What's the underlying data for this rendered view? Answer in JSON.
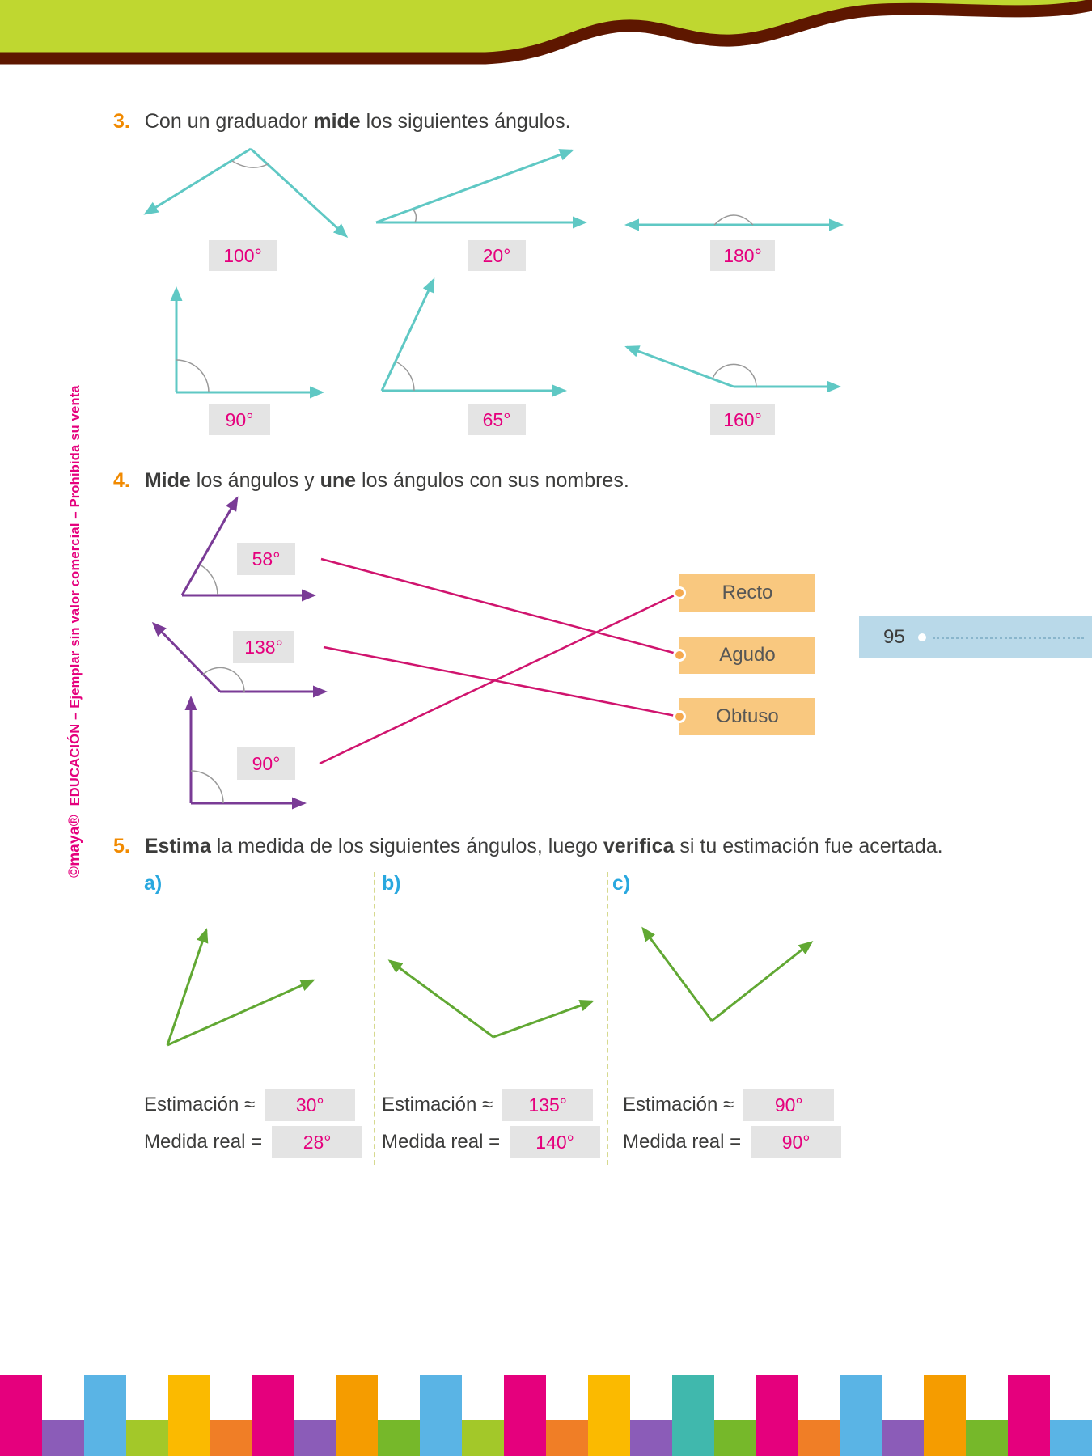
{
  "colors": {
    "header_green": "#bfd730",
    "header_maroon": "#5e1700",
    "teal_angle": "#5fc8c4",
    "purple_angle": "#7a3b96",
    "green_angle": "#61a833",
    "magenta_accent": "#e5007d",
    "orange_number": "#f18a00",
    "blue_letter": "#29a8df",
    "name_box_bg": "#f9c87f",
    "answer_box_bg": "#e4e4e4",
    "tab_bg": "#b9d9e9"
  },
  "sidebar": {
    "logo": "©maya®",
    "text": "EDUCACIÓN – Ejemplar sin valor comercial – Prohibida su venta"
  },
  "page_tab": {
    "number": "95"
  },
  "ex3": {
    "number": "3.",
    "t1": "Con un graduador ",
    "b1": "mide",
    "t2": " los siguientes ángulos.",
    "answers": [
      "100°",
      "20°",
      "180°",
      "90°",
      "65°",
      "160°"
    ]
  },
  "ex4": {
    "number": "4.",
    "b1": "Mide",
    "t1": " los ángulos y ",
    "b2": "une",
    "t2": " los ángulos con sus nombres.",
    "angle_labels": [
      "58°",
      "138°",
      "90°"
    ],
    "names": [
      "Recto",
      "Agudo",
      "Obtuso"
    ],
    "matches": [
      {
        "angle": "58°",
        "name": "Agudo"
      },
      {
        "angle": "138°",
        "name": "Obtuso"
      },
      {
        "angle": "90°",
        "name": "Recto"
      }
    ]
  },
  "ex5": {
    "number": "5.",
    "b1": "Estima",
    "t1": " la medida de los siguientes ángulos, luego ",
    "b2": "verifica",
    "t2": " si tu estimación fue acertada.",
    "estimation_label": "Estimación ≈",
    "real_label": "Medida real =",
    "items": [
      {
        "letter": "a)",
        "estimation": "30°",
        "real": "28°"
      },
      {
        "letter": "b)",
        "estimation": "135°",
        "real": "140°"
      },
      {
        "letter": "c)",
        "estimation": "90°",
        "real": "90°"
      }
    ]
  },
  "bottom_border": {
    "blocks": [
      {
        "color": "#e5007d",
        "tall": true
      },
      {
        "color": "#8b5cb8",
        "tall": false
      },
      {
        "color": "#5ab4e5",
        "tall": true
      },
      {
        "color": "#a3c829",
        "tall": false
      },
      {
        "color": "#fbba00",
        "tall": true
      },
      {
        "color": "#f07e26",
        "tall": false
      },
      {
        "color": "#e5007d",
        "tall": true
      },
      {
        "color": "#8b5cb8",
        "tall": false
      },
      {
        "color": "#f59c00",
        "tall": true
      },
      {
        "color": "#76b82a",
        "tall": false
      },
      {
        "color": "#5ab4e5",
        "tall": true
      },
      {
        "color": "#a3c829",
        "tall": false
      },
      {
        "color": "#e5007d",
        "tall": true
      },
      {
        "color": "#f07e26",
        "tall": false
      },
      {
        "color": "#fbba00",
        "tall": true
      },
      {
        "color": "#8b5cb8",
        "tall": false
      },
      {
        "color": "#40b8ad",
        "tall": true
      },
      {
        "color": "#76b82a",
        "tall": false
      },
      {
        "color": "#e5007d",
        "tall": true
      },
      {
        "color": "#f07e26",
        "tall": false
      },
      {
        "color": "#5ab4e5",
        "tall": true
      },
      {
        "color": "#8b5cb8",
        "tall": false
      },
      {
        "color": "#f59c00",
        "tall": true
      },
      {
        "color": "#76b82a",
        "tall": false
      },
      {
        "color": "#e5007d",
        "tall": true
      },
      {
        "color": "#5ab4e5",
        "tall": false
      }
    ]
  }
}
